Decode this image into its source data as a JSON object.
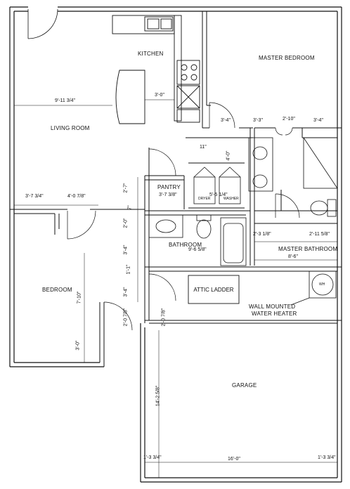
{
  "rooms": {
    "kitchen": "KITCHEN",
    "master_bedroom": "MASTER BEDROOM",
    "living_room": "LIVING ROOM",
    "pantry": "PANTRY",
    "bathroom": "BATHROOM",
    "master_bathroom": "MASTER BATHROOM",
    "bedroom": "BEDROOM",
    "garage": "GARAGE"
  },
  "fixtures": {
    "attic_ladder": "ATTIC LADDER",
    "water_heater_line1": "WALL MOUNTED",
    "water_heater_line2": "WATER HEATER",
    "water_heater_tag": "WH",
    "dryer": "DRYER",
    "washer": "WASHER"
  },
  "dimensions": {
    "living_width": "9'-11 3/4\"",
    "kitchen_bar": "3'-0\"",
    "bed_left": "3'-7 3/4\"",
    "bed_right": "4'-0 7/8\"",
    "pantry_w": "3'-7 3/8\"",
    "laundry_w": "5'-5 1/4\"",
    "hall_a": "3'-4\"",
    "hall_b": "3'-3\"",
    "closet_mid": "2'-10\"",
    "closet_right": "3'-4\"",
    "hall_11": "11\"",
    "hall_4": "4'-0\"",
    "m_bath_a": "2'-3 1/8\"",
    "m_bath_b": "2'-11 5/8\"",
    "m_bath_c": "8'-6\"",
    "bath_w": "9'-6 5/8\"",
    "v_27a": "2'-7\"",
    "v_7": "7\"",
    "v_20": "2'-0\"",
    "v_34a": "3'-4\"",
    "v_11b": "1'-1\"",
    "v_34b": "3'-4\"",
    "v_27b": "2'-0 7/8\"",
    "v_27c": "2'-0 7/8\"",
    "v_710": "7'-10\"",
    "v_30": "3'-0\"",
    "v_145": "14'-2 5/8\"",
    "garage_w": "16'-0\"",
    "g_left": "1'-3 3/4\"",
    "g_right": "1'-3 3/4\""
  }
}
